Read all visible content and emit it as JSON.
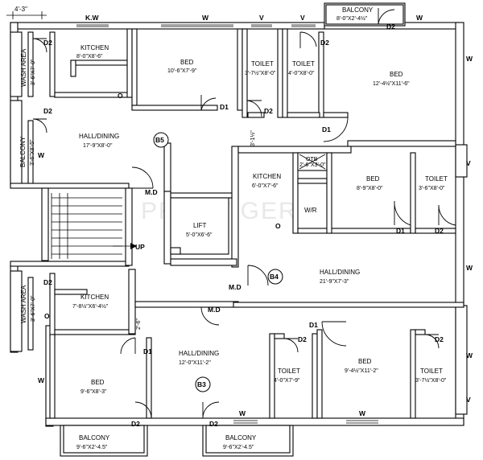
{
  "watermark": "PROPTIGER",
  "top_dimension": "4'-3\"",
  "up_label": "UP",
  "flats": {
    "b5": "B5",
    "b4": "B4",
    "b3": "B3"
  },
  "rooms": {
    "kitchen_b5": {
      "name": "KITCHEN",
      "dim": "8'-0\"X8'-6\""
    },
    "wash_b5": {
      "name": "WASH AREA",
      "dim": "3'-6\"X7'-0\""
    },
    "bed_b5": {
      "name": "BED",
      "dim": "10'-6\"X7'-9\""
    },
    "toilet_b5": {
      "name": "TOILET",
      "dim": "3'-7½\"X8'-0\""
    },
    "toilet_b4a": {
      "name": "TOILET",
      "dim": "4'-0\"X8'-0\""
    },
    "balcony_top": {
      "name": "BALCONY",
      "dim": "8'-0\"X2'-4½\""
    },
    "bed_b4_master": {
      "name": "BED",
      "dim": "12'-4½\"X11'-6\""
    },
    "balcony_b5": {
      "name": "BALCONY",
      "dim": "3'-6\"X8'-5\""
    },
    "hall_b5": {
      "name": "HALL/DINING",
      "dim": "17'-9\"X8'-0\""
    },
    "kitchen_b4": {
      "name": "KITCHEN",
      "dim": "6'-0\"X7'-6\""
    },
    "otb": {
      "name": "OTB",
      "dim": "2'-6\"X3'-0\""
    },
    "bed_b4": {
      "name": "BED",
      "dim": "8'-9\"X8'-0\""
    },
    "toilet_b4b": {
      "name": "TOILET",
      "dim": "3'-6\"X8'-0\""
    },
    "wr": {
      "name": "W/R"
    },
    "lift": {
      "name": "LIFT",
      "dim": "5'-0\"X6'-6\""
    },
    "hall_b4": {
      "name": "HALL/DINING",
      "dim": "21'-9\"X7'-3\""
    },
    "wash_b3": {
      "name": "WASH AREA",
      "dim": "3'-6\"X7'-0\""
    },
    "kitchen_b3": {
      "name": "KITCHEN",
      "dim": "7'-8½\"X6'-4½\""
    },
    "hall_b3": {
      "name": "HALL/DINING",
      "dim": "12'-0\"X11'-2\""
    },
    "bed_b3": {
      "name": "BED",
      "dim": "9'-6\"X8'-3\""
    },
    "toilet_b3a": {
      "name": "TOILET",
      "dim": "4'-0\"X7'-9\""
    },
    "bed_b3b": {
      "name": "BED",
      "dim": "9'-4½\"X11'-2\""
    },
    "toilet_b3b": {
      "name": "TOILET",
      "dim": "3'-7½\"X8'-0\""
    },
    "balcony_b3a": {
      "name": "BALCONY",
      "dim": "9'-6\"X2'-4.5\""
    },
    "balcony_b3b": {
      "name": "BALCONY",
      "dim": "9'-6\"X2'-4.5\""
    }
  },
  "corridor_dims": {
    "upper": "3'-1½\"",
    "lower": "2'-6\""
  },
  "openings": {
    "kw": "K.W",
    "w": "W",
    "v": "V",
    "o": "O",
    "d1": "D1",
    "d2": "D2",
    "md": "M.D"
  }
}
